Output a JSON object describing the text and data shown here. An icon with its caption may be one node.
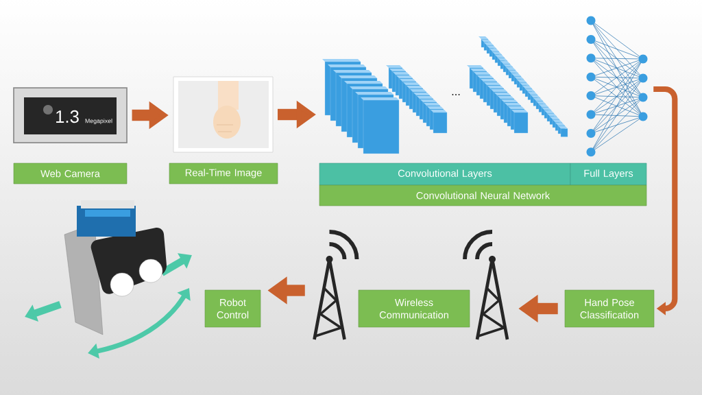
{
  "diagram": {
    "nodes": [
      {
        "text": [],
        "shape": "picture"
      },
      {
        "text": [],
        "shape": "picture"
      },
      {
        "text": [],
        "shape": "picture"
      },
      {
        "text": [],
        "shape": "picture"
      },
      {
        "text": [
          "Web Camera"
        ]
      },
      {
        "text": [
          "Real-Time Image"
        ]
      },
      {
        "text": [
          "Convolutional Layers"
        ]
      },
      {
        "text": [
          "Full Layers"
        ]
      },
      {
        "text": [
          "Convolutional Neural Network"
        ]
      },
      {
        "text": [
          "Hand Pose Classification"
        ]
      },
      {
        "text": [],
        "shape": "picture"
      },
      {
        "text": [
          "Wireless Communication"
        ]
      },
      {
        "text": [],
        "shape": "picture"
      },
      {
        "text": [
          "Robot Control"
        ]
      },
      {
        "text": [],
        "shape": "picture"
      }
    ],
    "edges": [
      {
        "from": 0,
        "to": 1,
        "arrow": "to"
      },
      {
        "from": 1,
        "to": 2,
        "arrow": "to"
      },
      {
        "from": 3,
        "to": 9,
        "arrow": "to"
      },
      {
        "from": 9,
        "to": 10,
        "arrow": "to"
      },
      {
        "from": 12,
        "to": 13,
        "arrow": "to"
      }
    ],
    "labels": [
      "1.3",
      "Megapixel",
      "..."
    ]
  }
}
